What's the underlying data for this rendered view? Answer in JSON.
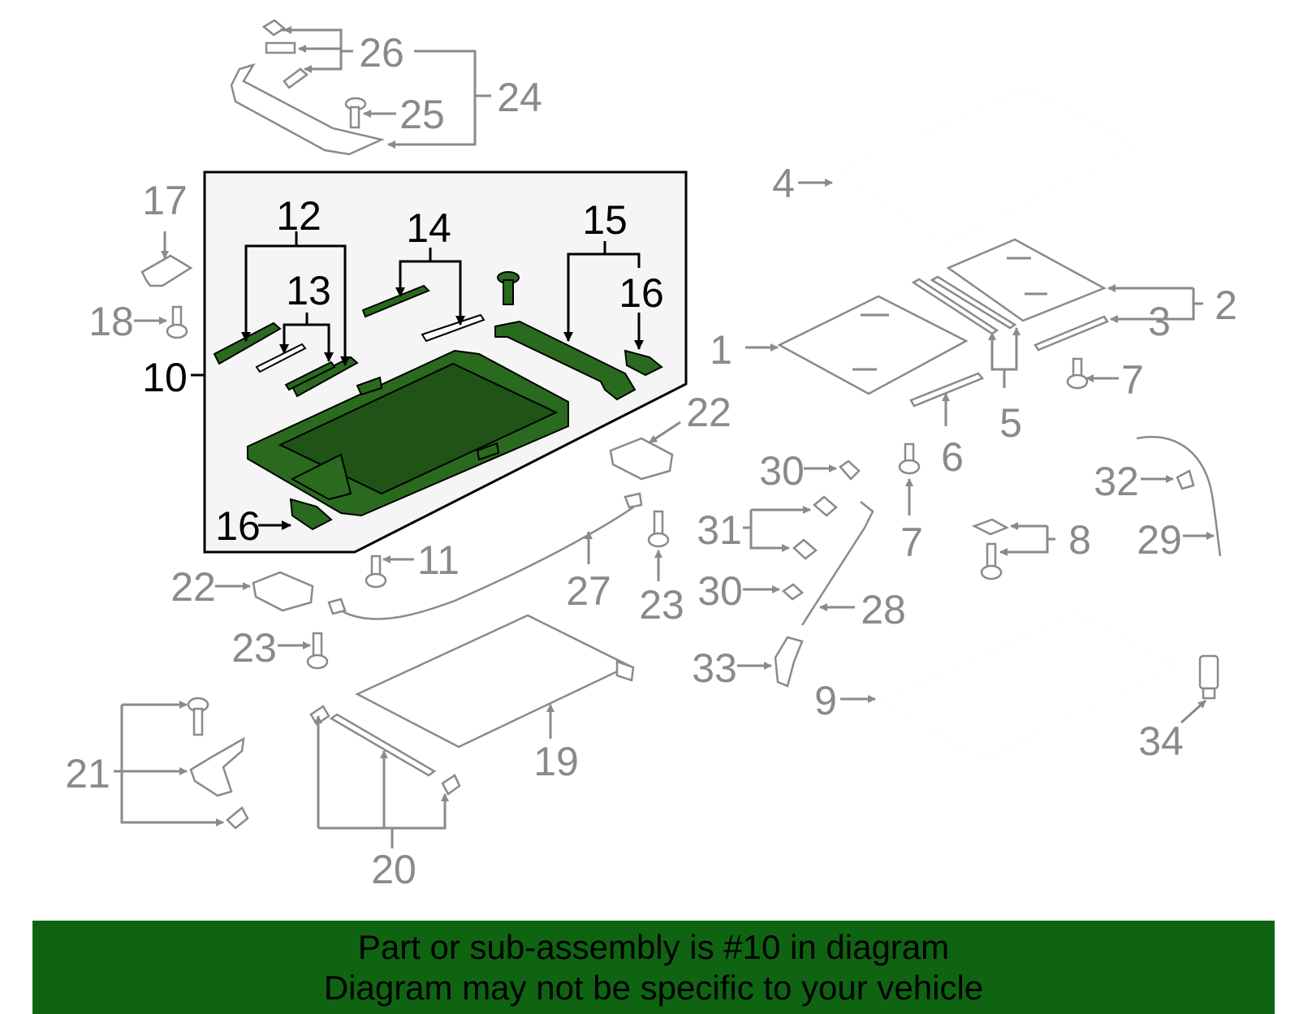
{
  "diagram": {
    "callouts": {
      "c1": "1",
      "c2": "2",
      "c3": "3",
      "c4": "4",
      "c5": "5",
      "c6": "6",
      "c7a": "7",
      "c7b": "7",
      "c8": "8",
      "c9": "9",
      "c10": "10",
      "c11": "11",
      "c12": "12",
      "c13": "13",
      "c14": "14",
      "c15": "15",
      "c16a": "16",
      "c16b": "16",
      "c17": "17",
      "c18": "18",
      "c19": "19",
      "c20": "20",
      "c21": "21",
      "c22a": "22",
      "c22b": "22",
      "c23a": "23",
      "c23b": "23",
      "c24": "24",
      "c25": "25",
      "c26": "26",
      "c27": "27",
      "c28": "28",
      "c29": "29",
      "c30a": "30",
      "c30b": "30",
      "c31": "31",
      "c32": "32",
      "c33": "33",
      "c34": "34"
    },
    "colors": {
      "highlight_part": "#2a6a1e",
      "other_parts": "#8a8a8a",
      "banner": "#0f6412"
    }
  },
  "caption": {
    "line1": "Part or sub-assembly is #10 in diagram",
    "line2": "Diagram may not be specific to your vehicle"
  }
}
